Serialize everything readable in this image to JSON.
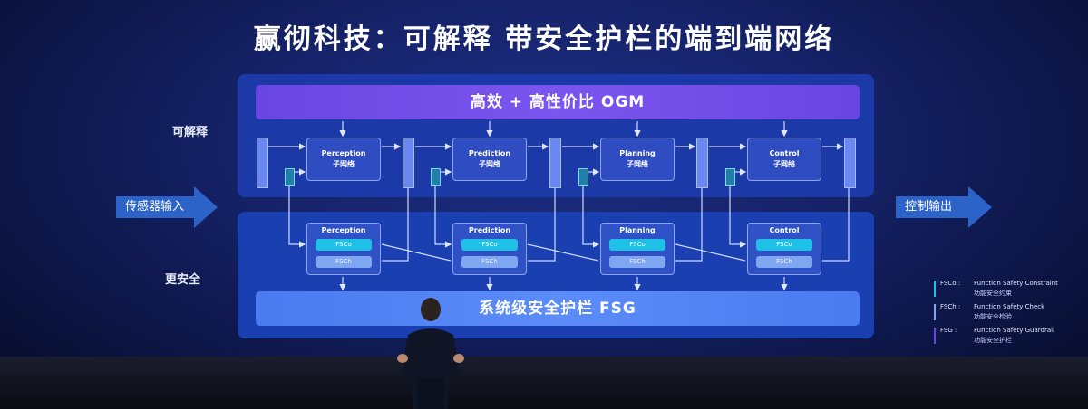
{
  "title": "赢彻科技：可解释 带安全护栏的端到端网络",
  "labels": {
    "explainable": "可解释",
    "safer": "更安全",
    "sensor_input": "传感器输入",
    "control_output": "控制输出"
  },
  "banners": {
    "ogm": "高效 + 高性价比 OGM",
    "fsg": "系统级安全护栏 FSG"
  },
  "subnets": [
    {
      "name": "Perception",
      "sub": "子网络"
    },
    {
      "name": "Prediction",
      "sub": "子网络"
    },
    {
      "name": "Planning",
      "sub": "子网络"
    },
    {
      "name": "Control",
      "sub": "子网络"
    }
  ],
  "modules": [
    {
      "name": "Perception",
      "fsco": "FSCo",
      "fsch": "FSCh"
    },
    {
      "name": "Prediction",
      "fsco": "FSCo",
      "fsch": "FSCh"
    },
    {
      "name": "Planning",
      "fsco": "FSCo",
      "fsch": "FSCh"
    },
    {
      "name": "Control",
      "fsco": "FSCo",
      "fsch": "FSCh"
    }
  ],
  "legend": [
    {
      "abbr": "FSCo :",
      "en": "Function Safety Constraint",
      "zh": "功能安全约束",
      "color": "#1ec0e6"
    },
    {
      "abbr": "FSCh :",
      "en": "Function Safety Check",
      "zh": "功能安全检验",
      "color": "#7fa6f0"
    },
    {
      "abbr": "FSG :",
      "en": "Function Safety Guardrail",
      "zh": "功能安全护栏",
      "color": "#6a46e0"
    }
  ]
}
